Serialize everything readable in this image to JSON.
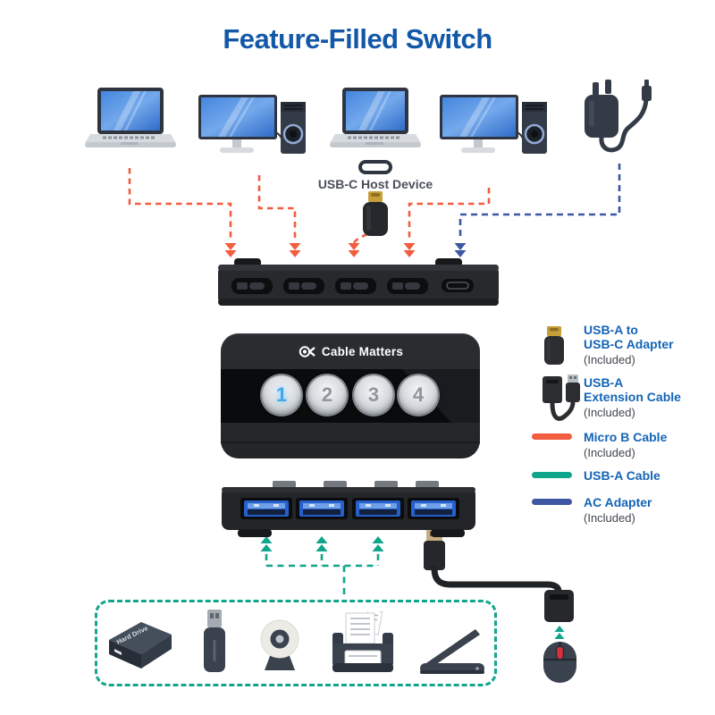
{
  "title": "Feature-Filled Switch",
  "host_devices": {
    "items": [
      {
        "icon": "laptop-icon"
      },
      {
        "icon": "desktop-pc-icon"
      },
      {
        "icon": "laptop-icon",
        "label": "USB-C Host Device"
      },
      {
        "icon": "desktop-pc-icon"
      },
      {
        "icon": "ac-adapter-icon"
      }
    ]
  },
  "switch": {
    "brand": "Cable Matters",
    "buttons": [
      "1",
      "2",
      "3",
      "4"
    ],
    "active_button": "1",
    "rear_micro_b_ports": 4,
    "rear_power_port": 1,
    "front_usb_a_ports": 4
  },
  "legend": {
    "items": [
      {
        "icon": "usb-a-to-usb-c-adapter-icon",
        "line1": "USB-A to",
        "line2": "USB-C Adapter",
        "note": "(Included)"
      },
      {
        "icon": "usb-a-extension-cable-icon",
        "line1": "USB-A",
        "line2": "Extension Cable",
        "note": "(Included)"
      },
      {
        "icon": "orange-line-swatch",
        "line1": "Micro B Cable",
        "note": "(Included)",
        "swatch": "#F25C3F"
      },
      {
        "icon": "teal-line-swatch",
        "line1": "USB-A Cable",
        "swatch": "#0FA58A"
      },
      {
        "icon": "blue-line-swatch",
        "line1": "AC Adapter",
        "note": "(Included)",
        "swatch": "#3D57A2"
      }
    ]
  },
  "peripherals": {
    "box_items": [
      {
        "icon": "external-hard-drive-icon",
        "label": "Hard Drive"
      },
      {
        "icon": "usb-flash-drive-icon"
      },
      {
        "icon": "webcam-icon"
      },
      {
        "icon": "printer-icon"
      },
      {
        "icon": "scanner-icon"
      }
    ],
    "outside_item": {
      "icon": "mouse-icon"
    }
  },
  "colors": {
    "title_blue": "#1358A8",
    "legend_blue": "#1464B6",
    "micro_b_orange": "#F25C3F",
    "usb_a_teal": "#0FA58A",
    "ac_adapter_blue": "#3D57A2",
    "device_slate": "#333B47",
    "screen_blue": "#4486DE",
    "usb_port_blue": "#2760CC",
    "active_button_blue": "#3FA9E8",
    "mouse_wheel_red": "#D8303E"
  }
}
